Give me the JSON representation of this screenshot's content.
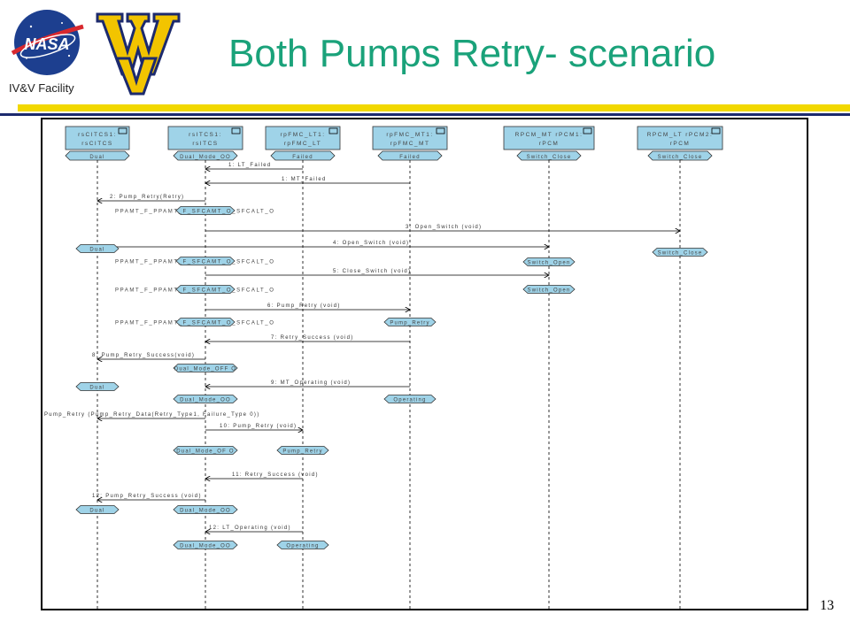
{
  "header": {
    "title": "Both Pumps Retry- scenario",
    "facility": "IV&V Facility",
    "nasa_logo_text": "NASA",
    "colors": {
      "title": "#1aa27a",
      "yellow_bar": "#f2d800",
      "navy_bar": "#1c2a6e",
      "wv_gold": "#f2c400",
      "wv_navy": "#1c2a6e",
      "diagram_box": "#9fd3e8"
    }
  },
  "slide": {
    "page_number": "13"
  },
  "diagram": {
    "lifelines": [
      {
        "name": "rsCITCS1:",
        "sub": "rsCITCS",
        "state": "Dual"
      },
      {
        "name": "rsITCS1:",
        "sub": "rsITCS",
        "state": "Dual_Mode_OO"
      },
      {
        "name": "rpFMC_LT1:",
        "sub": "rpFMC_LT",
        "state": "Failed"
      },
      {
        "name": "rpFMC_MT1:",
        "sub": "rpFMC_MT",
        "state": "Failed"
      },
      {
        "name": "RPCM_MT rPCM1:",
        "sub": "rPCM",
        "state": "Switch_Close"
      },
      {
        "name": "RPCM_LT rPCM2:",
        "sub": "rPCM",
        "state": "Switch_Close"
      }
    ],
    "messages": [
      {
        "label": "1: LT_Failed"
      },
      {
        "label": "1: MT_Failed"
      },
      {
        "label": "2: Pump_Retry(Retry)"
      },
      {
        "label": "3: Open_Switch (void)"
      },
      {
        "label": "4: Open_Switch (void)"
      },
      {
        "label": "5: Close_Switch (void)"
      },
      {
        "label": "6: Pump_Retry (void)"
      },
      {
        "label": "7: Retry_Success (void)"
      },
      {
        "label": "8: Pump_Retry_Success(void)"
      },
      {
        "label": "9: MT_Operating (void)"
      },
      {
        "label": "Pump_Retry (Pump_Retry_Data(Retry_Type1, Failure_Type 0))"
      },
      {
        "label": "10: Pump_Retry (void)"
      },
      {
        "label": "11: Retry_Success (void)"
      },
      {
        "label": "12: Pump_Retry_Success (void)"
      },
      {
        "label": "12: LT_Operating (void)"
      }
    ],
    "state_labels": [
      {
        "text": "PPAMT_F_PPAMT_F_SFCAMT_O_SFCALT_O"
      },
      {
        "text": "PPAMT_F_PPAMT_F_SFCAMT_O_SFCALT_O"
      },
      {
        "text": "PPAMT_F_PPAMT_F_SFCAMT_O_SFCALT_O"
      },
      {
        "text": "PPAMT_F_PPAMT_F_SFCAMT_O_SFCALT_O"
      },
      {
        "text": "Dual"
      },
      {
        "text": "Switch_Open"
      },
      {
        "text": "Switch_Open"
      },
      {
        "text": "Switch_Close"
      },
      {
        "text": "Pump_Retry"
      },
      {
        "text": "Dual_Mode_OFF O"
      },
      {
        "text": "Dual"
      },
      {
        "text": "Dual_Mode_OO"
      },
      {
        "text": "Operating"
      },
      {
        "text": "Dual_Mode_OF O"
      },
      {
        "text": "Pump_Retry"
      },
      {
        "text": "Dual"
      },
      {
        "text": "Dual_Mode_OO"
      },
      {
        "text": "Dual_Mode_OO"
      },
      {
        "text": "Operating"
      }
    ]
  }
}
